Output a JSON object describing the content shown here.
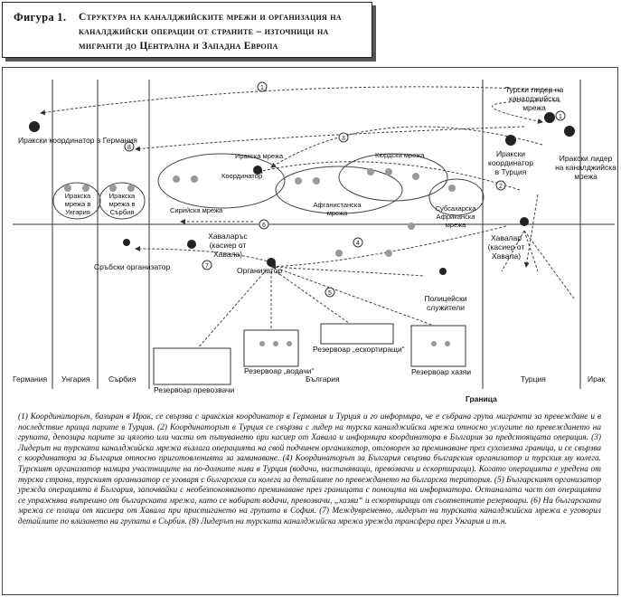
{
  "title": {
    "label": "Фигура 1.",
    "text": "Структура на каналджийските мрежи и организация на каналджийски операции от страните – източници на мигранти до Централна и Западна Европа"
  },
  "countries": [
    "Германия",
    "Унгария",
    "Сърбия",
    "България",
    "Турция",
    "Ирак"
  ],
  "border_label": "Граница",
  "circled_numbers": [
    "1",
    "2",
    "3",
    "4",
    "5",
    "6",
    "7",
    "8"
  ],
  "labels": {
    "iraqi_coord_germany": "Иракски координатор в Германия",
    "iraqi_net_hungary": "Иракска мрежа в Унгария",
    "iraqi_net_serbia": "Иракска мрежа в Сърбия",
    "iraqi_network": "Иракска мрежа",
    "coordinator": "Координатор",
    "syrian_network": "Сирийска мрежа",
    "kurdish_network": "Кюрдска мрежа",
    "afghan_network": "Афганистанска мрежа",
    "subsaharan_network": "Субсахарска Африканска мрежа",
    "hawala_bg": "Хаваларъс (касиер от Хавала)",
    "hawala_tr": "Хавалар (касиер от Хавала)",
    "serbian_org": "Сръбски организатор",
    "organizer": "Организатор",
    "police": "Полицейски служители",
    "turkish_leader": "Турски лидер на каналджийска мрежа",
    "iraqi_coord_turkey": "Иракски координатор в Турция",
    "iraqi_leader": "Иракски лидер на каналджийска мрежа",
    "res_drivers": "Резервоар превозвачи",
    "res_guides": "Резервоар „водачи“",
    "res_escorts": "Резервоар „ескортиращи“",
    "res_hazi": "Резервоар хазяи"
  },
  "caption": "(1) Координаторът, базиран в Ирак, се свързва с иракския координатор в Германия и Турция и го информира, че е събрана група мигранти за превеждане и в последствие праща парите в Турция. (2) Координаторът в Турция се свързва с лидер на турска каналджийска мрежа относно услугите по превеждането на групата, депозира парите за цялото или части от пътуването при касиер от Хавала и информира координатора в България за предстоящата операция. (3) Лидерът на турската каналджийска мрежа възлага операцията на свой подчинен организатор, отговорен за преминаване през сухоземна граница, и се свързва с координатора за България относно приготовленията за заминаване. (4) Координаторът за България свързва българския организатор и турския му колега. Турският организатор намира участниците на по-долните нива в Турция (водачи, настаняващи, превозвачи и ескортиращи). Когато операцията е уредена от турска страна, турският организатор се уговаря с българския си колега за детайлите по превеждането на българска територия. (5) Българският организатор урежда операцията в България, започвайки с необезпокояваното преминаване през границата с помощта на информатора. Останалата част от операцията се упражнява вътрешно от българската мрежа, като се набират водачи, превозвачи, „хазяи“ и ескортиращи от съответните резервоари. (6) На българската мрежа се плаща от касиера от Хавала при пристигането на групата в София. (7) Междувременно, лидерът на турската каналджийска мрежа е уговорил детайлите по влизането на групата в Сърбия. (8) Лидерът на турската каналджийска мрежа урежда трансфера през Унгария и т.н."
}
